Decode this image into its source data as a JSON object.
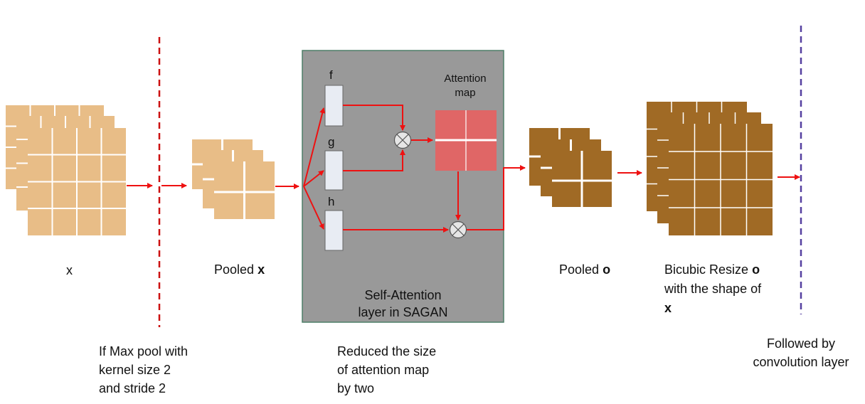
{
  "labels": {
    "x": "x",
    "pooled_x_prefix": "Pooled",
    "pooled_x_var": "x",
    "pooled_o_prefix": "Pooled",
    "pooled_o_var": "o",
    "bicubic_line1_prefix": "Bicubic Resize",
    "bicubic_line1_var": "o",
    "bicubic_line2": "with the shape of",
    "bicubic_line3": "x",
    "attention_map_line1": "Attention",
    "attention_map_line2": "map",
    "sa_line1": "Self-Attention",
    "sa_line2": "layer in SAGAN",
    "op_f": "f",
    "op_g": "g",
    "op_h": "h"
  },
  "captions": {
    "maxpool": [
      "If Max pool with",
      "kernel size 2",
      "and stride 2"
    ],
    "reduced": [
      "Reduced the size",
      "of  attention map",
      "by two"
    ],
    "followed": [
      "Followed by",
      "convolution layer"
    ]
  },
  "colors": {
    "input_feature": "#e8bd87",
    "output_feature": "#a06a25",
    "attention_map": "#e06666",
    "sa_box": "#999999",
    "sa_border": "#4f7f68",
    "arrow": "#ee1111",
    "divider_red": "#cc1111",
    "divider_purple": "#5540a0"
  }
}
